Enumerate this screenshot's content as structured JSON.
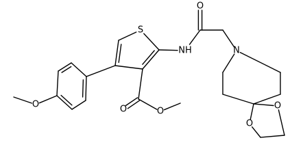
{
  "structure": {
    "colors": {
      "bond": "#000000",
      "background": "#ffffff"
    },
    "atom_labels": {
      "sulfur": "S",
      "amide_nh": "NH",
      "amide_oxygen": "O",
      "piperidine_nitrogen": "N",
      "spiro_oxygen_top": "O",
      "spiro_oxygen_bottom": "O",
      "ester_carbonyl_oxygen": "O",
      "ester_methoxy_oxygen": "O",
      "aryl_methoxy_oxygen": "O"
    }
  }
}
